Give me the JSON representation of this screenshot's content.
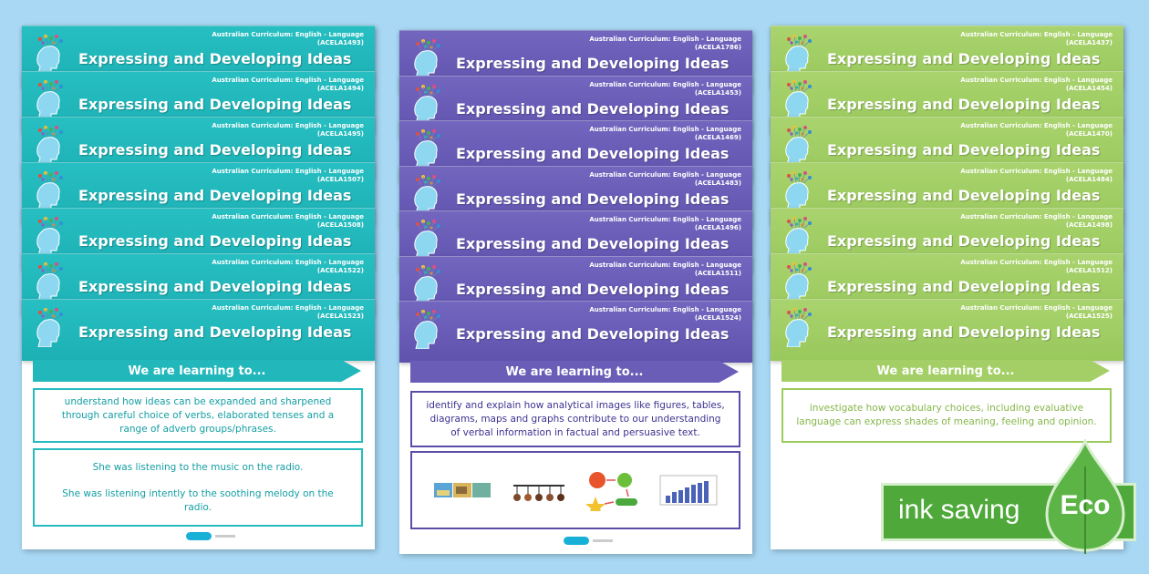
{
  "columns": [
    {
      "strips": [
        {
          "curriculum": "Australian Curriculum: English - Language",
          "code": "(ACELA1493)",
          "title": "Expressing and Developing Ideas"
        },
        {
          "curriculum": "Australian Curriculum: English - Language",
          "code": "(ACELA1494)",
          "title": "Expressing and Developing Ideas"
        },
        {
          "curriculum": "Australian Curriculum: English - Language",
          "code": "(ACELA1495)",
          "title": "Expressing and Developing Ideas"
        },
        {
          "curriculum": "Australian Curriculum: English - Language",
          "code": "(ACELA1507)",
          "title": "Expressing and Developing Ideas"
        },
        {
          "curriculum": "Australian Curriculum: English - Language",
          "code": "(ACELA1508)",
          "title": "Expressing and Developing Ideas"
        },
        {
          "curriculum": "Australian Curriculum: English - Language",
          "code": "(ACELA1522)",
          "title": "Expressing and Developing Ideas"
        },
        {
          "curriculum": "Australian Curriculum: English - Language",
          "code": "(ACELA1523)",
          "title": "Expressing and Developing Ideas"
        }
      ],
      "banner": "We are learning to...",
      "objective": "understand how ideas can be expanded and sharpened through careful choice of verbs, elaborated tenses and a range of adverb groups/phrases.",
      "examples": [
        "She was listening to the music on the radio.",
        "She was listening intently to the soothing melody on the radio."
      ]
    },
    {
      "strips": [
        {
          "curriculum": "Australian Curriculum: English - Language",
          "code": "(ACELA1786)",
          "title": "Expressing and Developing Ideas"
        },
        {
          "curriculum": "Australian Curriculum: English - Language",
          "code": "(ACELA1453)",
          "title": "Expressing and Developing Ideas"
        },
        {
          "curriculum": "Australian Curriculum: English - Language",
          "code": "(ACELA1469)",
          "title": "Expressing and Developing Ideas"
        },
        {
          "curriculum": "Australian Curriculum: English - Language",
          "code": "(ACELA1483)",
          "title": "Expressing and Developing Ideas"
        },
        {
          "curriculum": "Australian Curriculum: English - Language",
          "code": "(ACELA1496)",
          "title": "Expressing and Developing Ideas"
        },
        {
          "curriculum": "Australian Curriculum: English - Language",
          "code": "(ACELA1511)",
          "title": "Expressing and Developing Ideas"
        },
        {
          "curriculum": "Australian Curriculum: English - Language",
          "code": "(ACELA1524)",
          "title": "Expressing and Developing Ideas"
        }
      ],
      "banner": "We are learning to...",
      "objective": "identify and explain how analytical images like figures, tables, diagrams, maps and graphs contribute to our understanding of verbal information in factual and persuasive text."
    },
    {
      "strips": [
        {
          "curriculum": "Australian Curriculum: English - Language",
          "code": "(ACELA1437)",
          "title": "Expressing and Developing Ideas"
        },
        {
          "curriculum": "Australian Curriculum: English - Language",
          "code": "(ACELA1454)",
          "title": "Expressing and Developing Ideas"
        },
        {
          "curriculum": "Australian Curriculum: English - Language",
          "code": "(ACELA1470)",
          "title": "Expressing and Developing Ideas"
        },
        {
          "curriculum": "Australian Curriculum: English - Language",
          "code": "(ACELA1484)",
          "title": "Expressing and Developing Ideas"
        },
        {
          "curriculum": "Australian Curriculum: English - Language",
          "code": "(ACELA1498)",
          "title": "Expressing and Developing Ideas"
        },
        {
          "curriculum": "Australian Curriculum: English - Language",
          "code": "(ACELA1512)",
          "title": "Expressing and Developing Ideas"
        },
        {
          "curriculum": "Australian Curriculum: English - Language",
          "code": "(ACELA1525)",
          "title": "Expressing and Developing Ideas"
        }
      ],
      "banner": "We are learning to...",
      "objective": "investigate how vocabulary choices, including evaluative language can express shades of meaning, feeling and opinion."
    }
  ],
  "eco_badge": {
    "text": "ink saving",
    "label": "Eco"
  },
  "colors": {
    "teal": "#22b7bb",
    "purple": "#6a5db8",
    "green": "#a3cf66",
    "eco": "#4ea83a",
    "background": "#a8d8f4"
  },
  "icons": [
    "head-profile-icon",
    "photos-icon",
    "timeline-icon",
    "food-cycle-icon",
    "bar-chart-icon",
    "twinkl-logo-icon",
    "leaf-drop-icon"
  ]
}
